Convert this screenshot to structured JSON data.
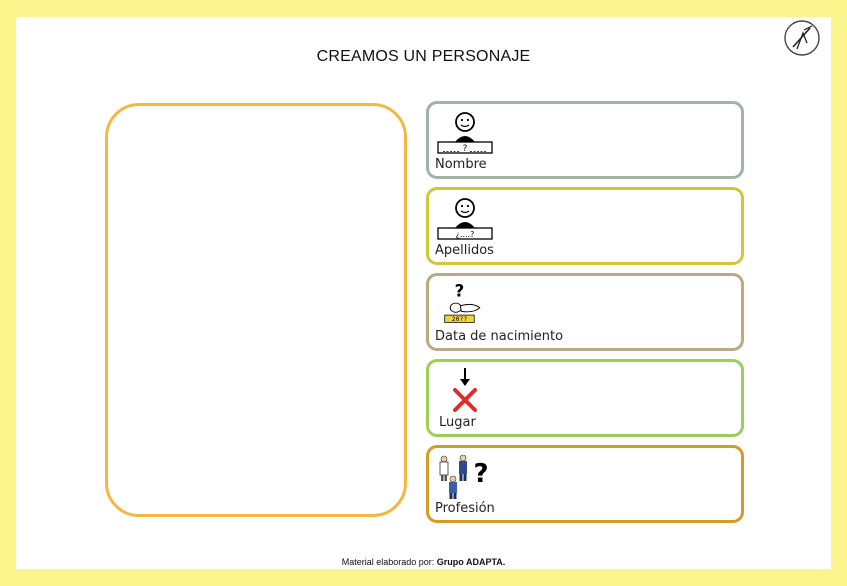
{
  "title": "CREAMOS UN PERSONAJE",
  "footer": {
    "prefix": "Material elaborado por: ",
    "author": "Grupo ADAPTA."
  },
  "colors": {
    "frame": "#fbf48c",
    "big_box": "#f5b740",
    "nombre": "#9fb3a7",
    "apellidos": "#cfc937",
    "nacimiento": "#b8aa82",
    "lugar": "#9ccf59",
    "profesion": "#d79a27"
  },
  "cards": {
    "nombre": {
      "label": "Nombre",
      "icon": "person-name-icon",
      "field_text": "?"
    },
    "apellidos": {
      "label": "Apellidos",
      "icon": "person-surname-icon",
      "field_text": "¿....?"
    },
    "nacimiento": {
      "label": "Data de nacimiento",
      "icon": "baby-birthdate-icon",
      "year_text": "20??"
    },
    "lugar": {
      "label": "Lugar",
      "icon": "place-cross-icon"
    },
    "profesion": {
      "label": "Profesión",
      "icon": "professions-question-icon"
    }
  }
}
